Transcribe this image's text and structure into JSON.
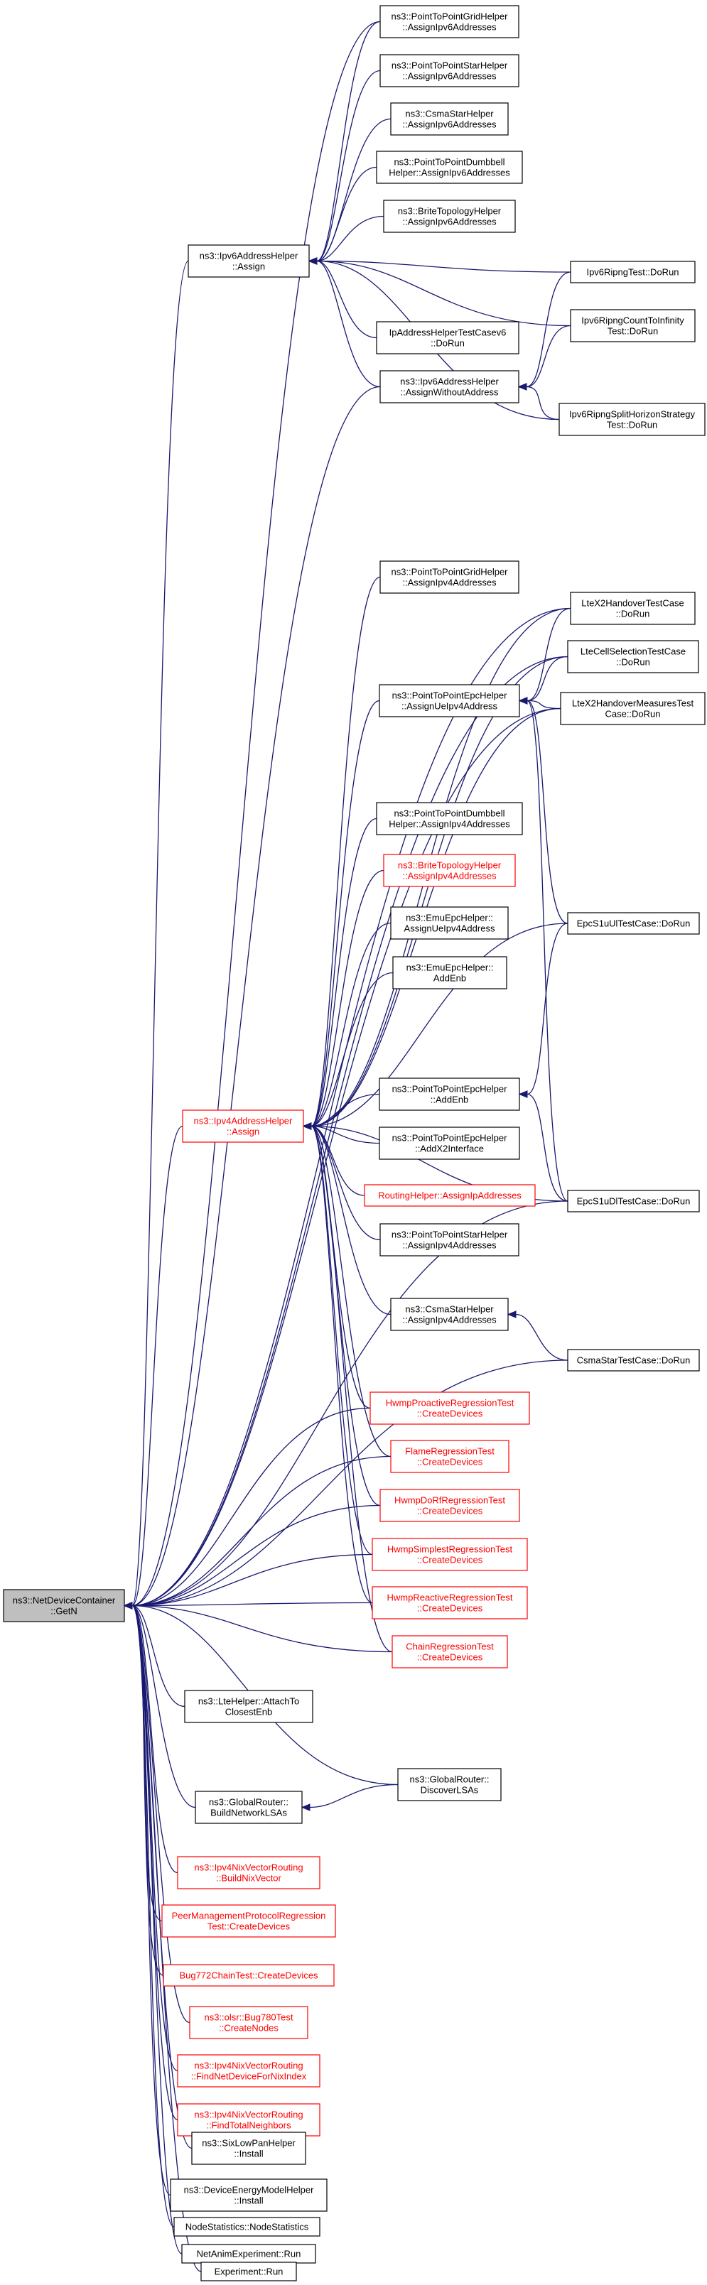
{
  "nodes": {
    "root": {
      "lines": [
        "ns3::NetDeviceContainer",
        "::GetN"
      ],
      "highlight": true
    },
    "ipv6": {
      "lines": [
        "ns3::Ipv6AddressHelper",
        "::Assign"
      ]
    },
    "p2pg6": {
      "lines": [
        "ns3::PointToPointGridHelper",
        "::AssignIpv6Addresses"
      ]
    },
    "p2ps6": {
      "lines": [
        "ns3::PointToPointStarHelper",
        "::AssignIpv6Addresses"
      ]
    },
    "csma6": {
      "lines": [
        "ns3::CsmaStarHelper",
        "::AssignIpv6Addresses"
      ]
    },
    "db6": {
      "lines": [
        "ns3::PointToPointDumbbell",
        "Helper::AssignIpv6Addresses"
      ]
    },
    "brite6": {
      "lines": [
        "ns3::BriteTopologyHelper",
        "::AssignIpv6Addresses"
      ]
    },
    "ripng": {
      "lines": [
        "Ipv6RipngTest::DoRun"
      ]
    },
    "ripci": {
      "lines": [
        "Ipv6RipngCountToInfinity",
        "Test::DoRun"
      ]
    },
    "iptc6": {
      "lines": [
        "IpAddressHelperTestCasev6",
        "::DoRun"
      ]
    },
    "wo": {
      "lines": [
        "ns3::Ipv6AddressHelper",
        "::AssignWithoutAddress"
      ]
    },
    "ripsh": {
      "lines": [
        "Ipv6RipngSplitHorizonStrategy",
        "Test::DoRun"
      ]
    },
    "p2pg4": {
      "lines": [
        "ns3::PointToPointGridHelper",
        "::AssignIpv4Addresses"
      ]
    },
    "ltex2": {
      "lines": [
        "LteX2HandoverTestCase",
        "::DoRun"
      ]
    },
    "ltecs": {
      "lines": [
        "LteCellSelectionTestCase",
        "::DoRun"
      ]
    },
    "epcue": {
      "lines": [
        "ns3::PointToPointEpcHelper",
        "::AssignUeIpv4Address"
      ]
    },
    "ltex2m": {
      "lines": [
        "LteX2HandoverMeasuresTest",
        "Case::DoRun"
      ]
    },
    "db4": {
      "lines": [
        "ns3::PointToPointDumbbell",
        "Helper::AssignIpv4Addresses"
      ]
    },
    "brite4": {
      "lines": [
        "ns3::BriteTopologyHelper",
        "::AssignIpv4Addresses"
      ],
      "red": true
    },
    "epcs1u": {
      "lines": [
        "EpcS1uUlTestCase::DoRun"
      ]
    },
    "emu": {
      "lines": [
        "ns3::EmuEpcHelper::",
        "AssignUeIpv4Address"
      ]
    },
    "emuenb": {
      "lines": [
        "ns3::EmuEpcHelper::",
        "AddEnb"
      ]
    },
    "p2penb": {
      "lines": [
        "ns3::PointToPointEpcHelper",
        "::AddEnb"
      ]
    },
    "ipv4": {
      "lines": [
        "ns3::Ipv4AddressHelper",
        "::Assign"
      ],
      "red": true
    },
    "x2": {
      "lines": [
        "ns3::PointToPointEpcHelper",
        "::AddX2Interface"
      ]
    },
    "routing": {
      "lines": [
        "RoutingHelper::AssignIpAddresses"
      ],
      "red": true
    },
    "epcdl": {
      "lines": [
        "EpcS1uDlTestCase::DoRun"
      ]
    },
    "p2ps4": {
      "lines": [
        "ns3::PointToPointStarHelper",
        "::AssignIpv4Addresses"
      ]
    },
    "csma4": {
      "lines": [
        "ns3::CsmaStarHelper",
        "::AssignIpv4Addresses"
      ]
    },
    "csmatc": {
      "lines": [
        "CsmaStarTestCase::DoRun"
      ]
    },
    "hwpr": {
      "lines": [
        "HwmpProactiveRegressionTest",
        "::CreateDevices"
      ],
      "red": true
    },
    "flame": {
      "lines": [
        "FlameRegressionTest",
        "::CreateDevices"
      ],
      "red": true
    },
    "hwdo": {
      "lines": [
        "HwmpDoRfRegressionTest",
        "::CreateDevices"
      ],
      "red": true
    },
    "hwsi": {
      "lines": [
        "HwmpSimplestRegressionTest",
        "::CreateDevices"
      ],
      "red": true
    },
    "hwre": {
      "lines": [
        "HwmpReactiveRegressionTest",
        "::CreateDevices"
      ],
      "red": true
    },
    "chain": {
      "lines": [
        "ChainRegressionTest",
        "::CreateDevices"
      ],
      "red": true
    },
    "lte": {
      "lines": [
        "ns3::LteHelper::AttachTo",
        "ClosestEnb"
      ]
    },
    "gr": {
      "lines": [
        "ns3::GlobalRouter::",
        "BuildNetworkLSAs"
      ]
    },
    "grd": {
      "lines": [
        "ns3::GlobalRouter::",
        "DiscoverLSAs"
      ]
    },
    "nixb": {
      "lines": [
        "ns3::Ipv4NixVectorRouting",
        "::BuildNixVector"
      ],
      "red": true
    },
    "peer": {
      "lines": [
        "PeerManagementProtocolRegression",
        "Test::CreateDevices"
      ],
      "red": true
    },
    "bug772": {
      "lines": [
        "Bug772ChainTest::CreateDevices"
      ],
      "red": true
    },
    "olsr": {
      "lines": [
        "ns3::olsr::Bug780Test",
        "::CreateNodes"
      ],
      "red": true
    },
    "nixf": {
      "lines": [
        "ns3::Ipv4NixVectorRouting",
        "::FindNetDeviceForNixIndex"
      ],
      "red": true
    },
    "nixt": {
      "lines": [
        "ns3::Ipv4NixVectorRouting",
        "::FindTotalNeighbors"
      ],
      "red": true
    },
    "six": {
      "lines": [
        "ns3::SixLowPanHelper",
        "::Install"
      ]
    },
    "energy": {
      "lines": [
        "ns3::DeviceEnergyModelHelper",
        "::Install"
      ]
    },
    "ns": {
      "lines": [
        "NodeStatistics::NodeStatistics"
      ]
    },
    "netanim": {
      "lines": [
        "NetAnimExperiment::Run"
      ]
    },
    "exp": {
      "lines": [
        "Experiment::Run"
      ]
    }
  }
}
